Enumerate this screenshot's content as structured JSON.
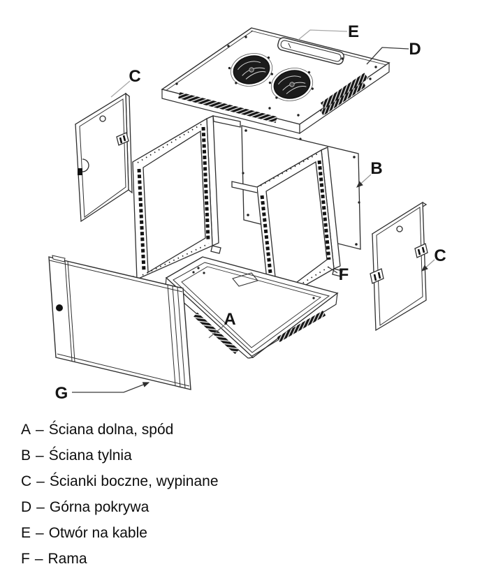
{
  "colors": {
    "background": "#ffffff",
    "ink": "#2e2e2e",
    "leader_gray": "#a8a8a8",
    "leader_dark": "#3a3a3a",
    "vent_dark": "#171717",
    "label": "#141414"
  },
  "diagram": {
    "labels": {
      "a": "A",
      "b": "B",
      "c": "C",
      "d": "D",
      "e": "E",
      "f": "F",
      "g": "G"
    }
  },
  "legend": {
    "separator": "–",
    "items": [
      {
        "letter": "A",
        "name": "Ściana dolna, spód"
      },
      {
        "letter": "B",
        "name": "Ściana tylnia"
      },
      {
        "letter": "C",
        "name": "Ścianki boczne, wypinane"
      },
      {
        "letter": "D",
        "name": "Górna pokrywa"
      },
      {
        "letter": "E",
        "name": "Otwór na kable"
      },
      {
        "letter": "F",
        "name": "Rama"
      }
    ]
  }
}
